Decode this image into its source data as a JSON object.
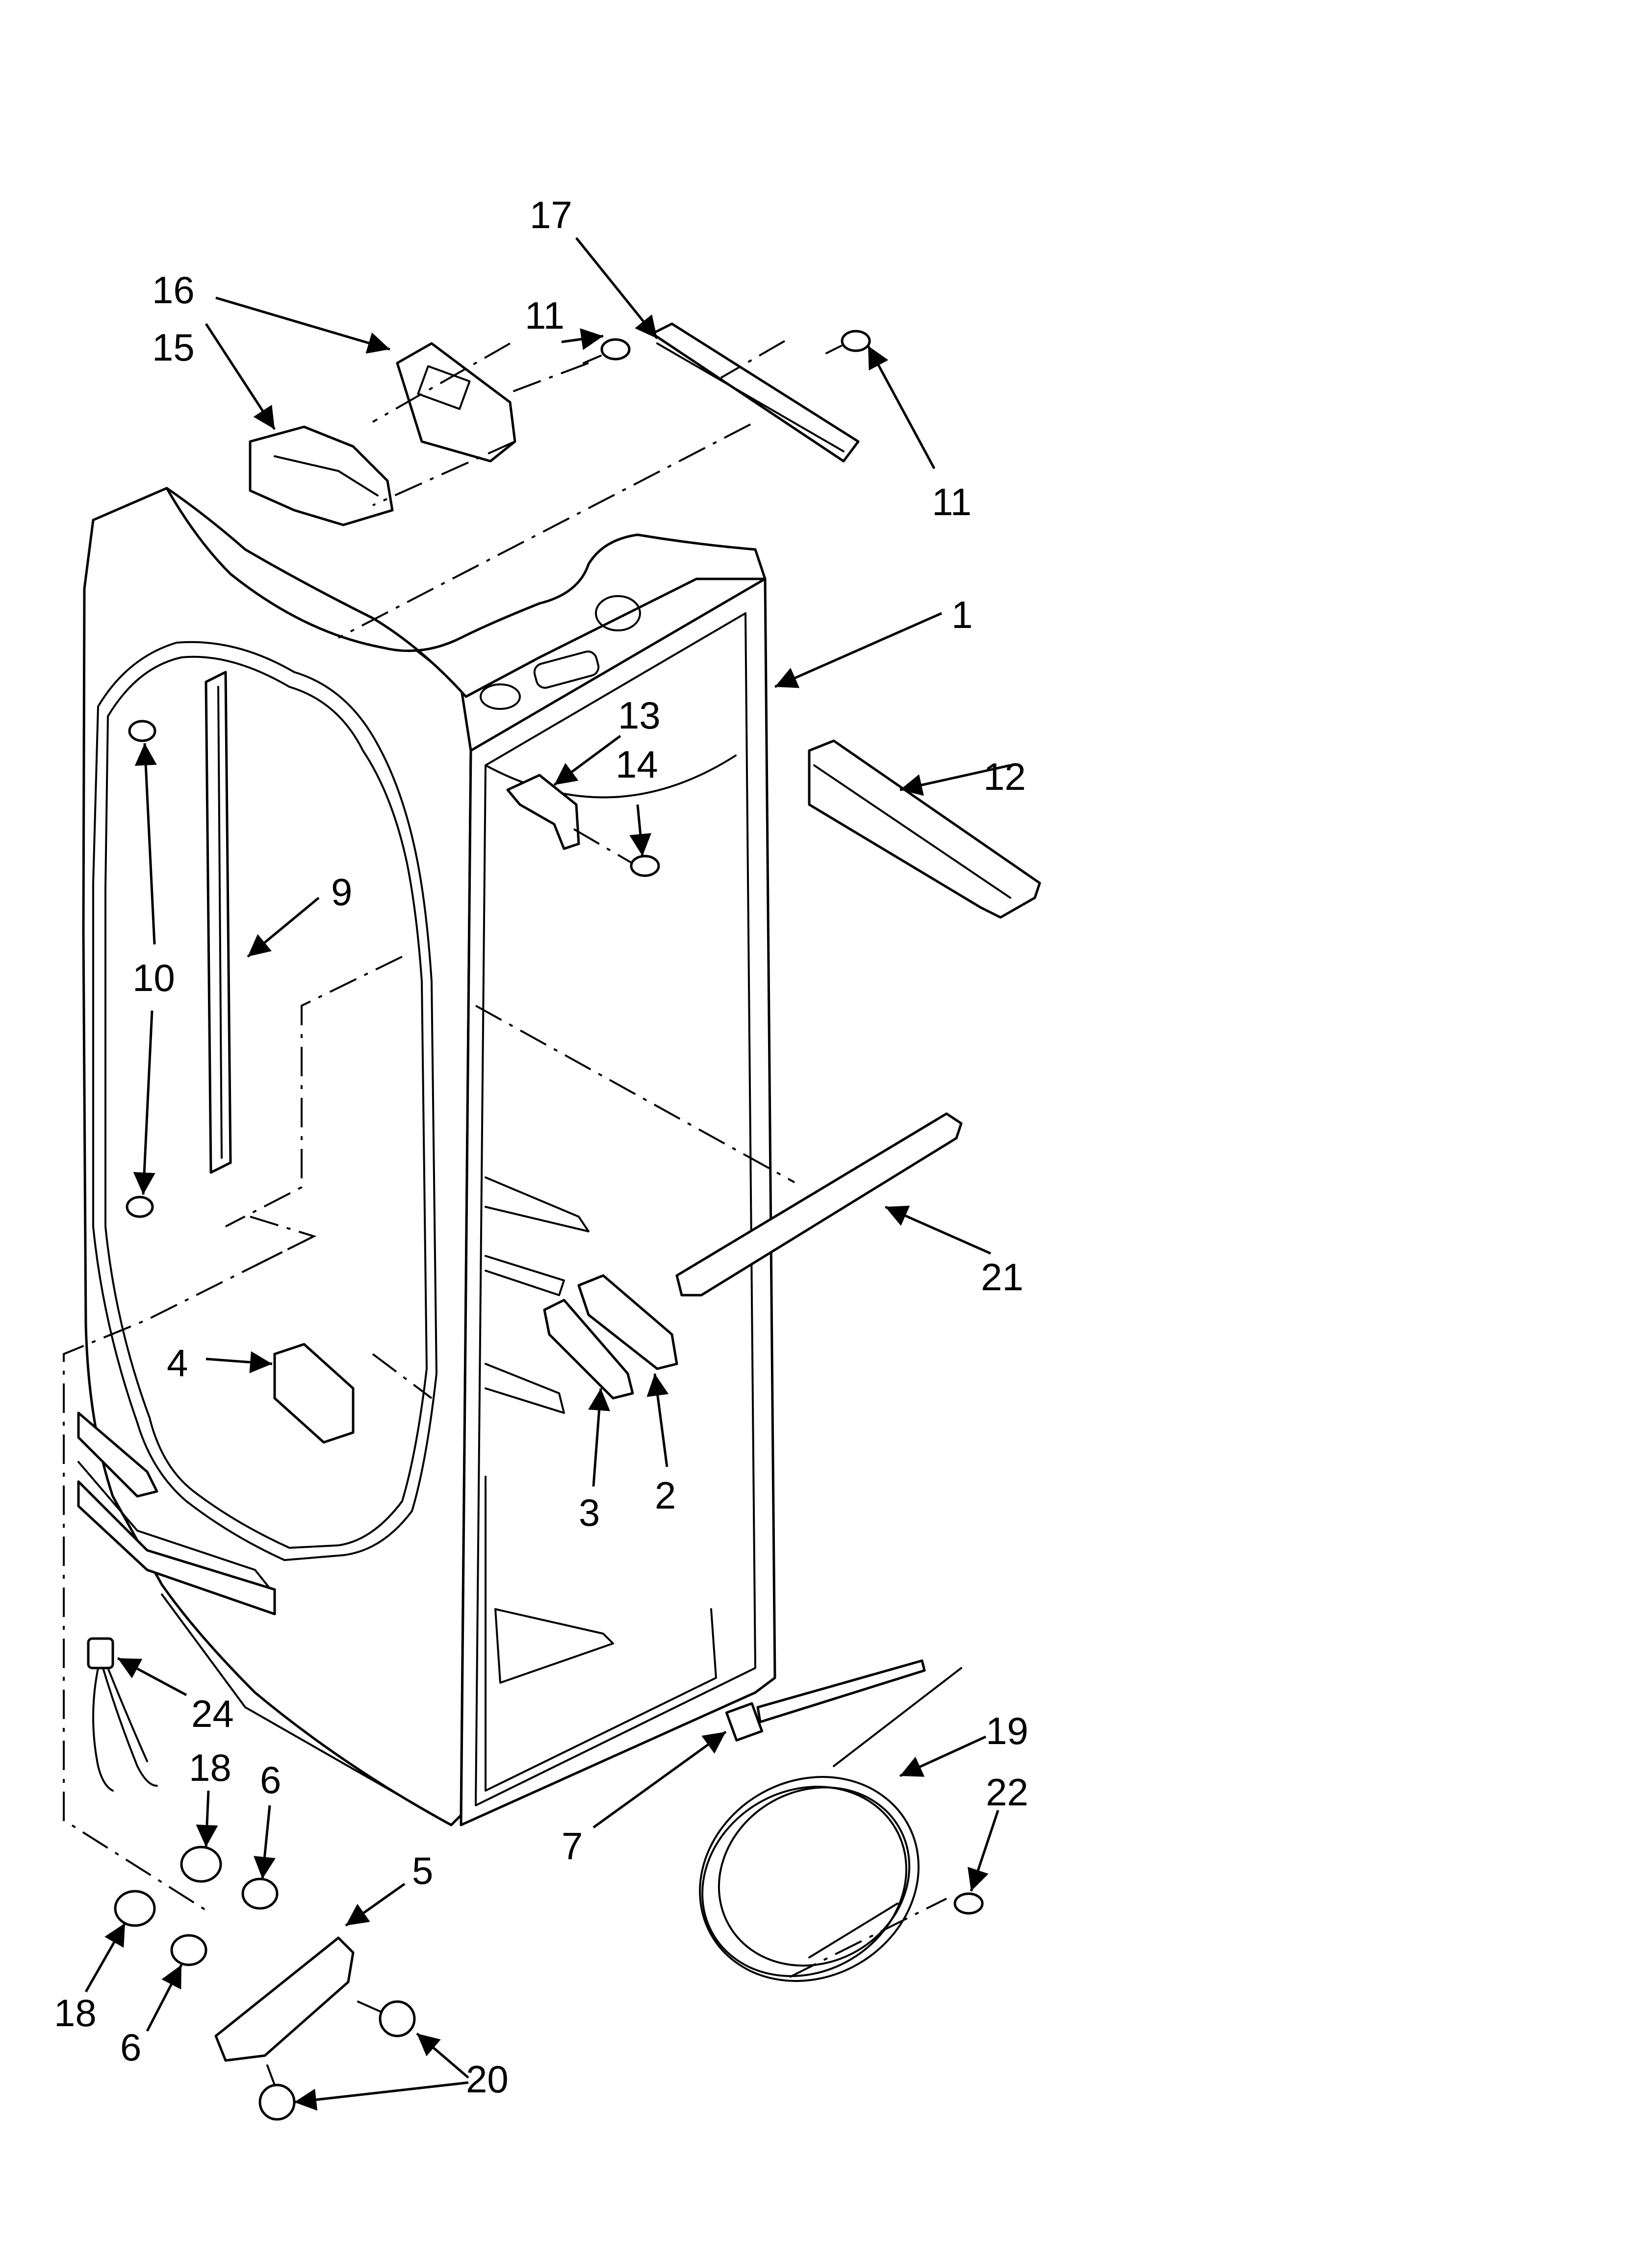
{
  "callouts": [
    "17",
    "16",
    "15",
    "11",
    "11",
    "1",
    "13",
    "14",
    "12",
    "9",
    "10",
    "21",
    "4",
    "3",
    "2",
    "24",
    "18",
    "6",
    "5",
    "19",
    "22",
    "7",
    "18",
    "6",
    "20"
  ],
  "colors": {
    "line": "#000000",
    "background": "#ffffff"
  }
}
